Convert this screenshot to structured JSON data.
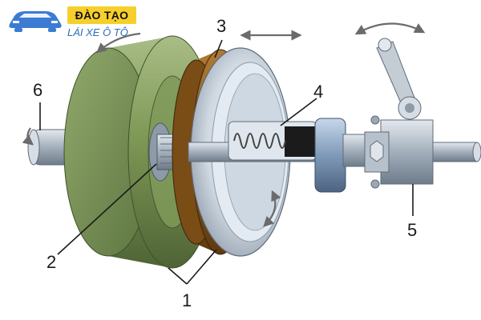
{
  "logo": {
    "title": "ĐÀO TẠO",
    "subtitle": "LÁI XE Ô TÔ",
    "icon": "car-icon",
    "colors": {
      "badge": "#f7cf2c",
      "subtitle": "#2c6db5",
      "car": "#3b7bd4"
    }
  },
  "callouts": [
    "1",
    "2",
    "3",
    "4",
    "5",
    "6"
  ],
  "colors": {
    "drum": "#6f8a4a",
    "lining": "#8a5a1c",
    "housing": "#c9d3dd",
    "steel": "#9aa7b4"
  }
}
